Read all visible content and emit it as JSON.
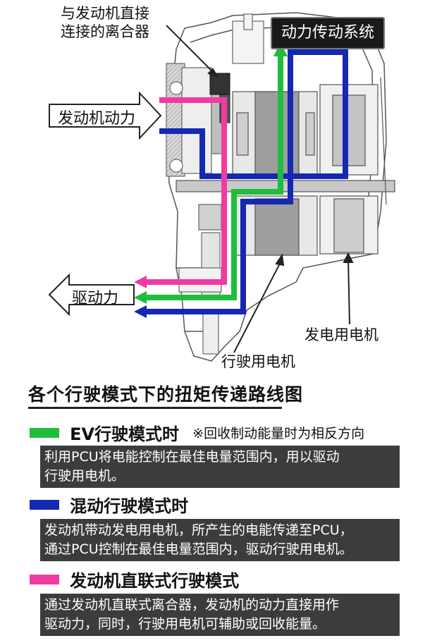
{
  "diagram": {
    "clutch_label_line1": "与发动机直接",
    "clutch_label_line2": "连接的离合器",
    "drivetrain_label": "动力传动系统",
    "engine_power_label": "发动机动力",
    "drive_force_label": "驱动力",
    "generator_label": "发电用电机",
    "drive_motor_label": "行驶用电机"
  },
  "colors": {
    "ev": "#1ebe3c",
    "hybrid": "#1428b4",
    "engine_direct": "#f03ca0",
    "desc_bg": "#3c3c3c"
  },
  "legend": {
    "title": "各个行驶模式下的扭矩传递路线图",
    "modes": [
      {
        "name": "EV行驶模式时",
        "note": "※回收制动能量时为相反方向",
        "desc_line1": "利用PCU将电能控制在最佳电量范围内，用以驱动",
        "desc_line2": "行驶用电机。"
      },
      {
        "name": "混动行驶模式时",
        "note": "",
        "desc_line1": "发动机带动发电用电机，所产生的电能传递至PCU，",
        "desc_line2": "通过PCU控制在最佳电量范围内，驱动行驶用电机。"
      },
      {
        "name": "发动机直联式行驶模式",
        "note": "",
        "desc_line1": "通过发动机直联式离合器，发动机的动力直接用作",
        "desc_line2": "驱动力，同时，行驶用电机可辅助或回收能量。"
      }
    ]
  }
}
